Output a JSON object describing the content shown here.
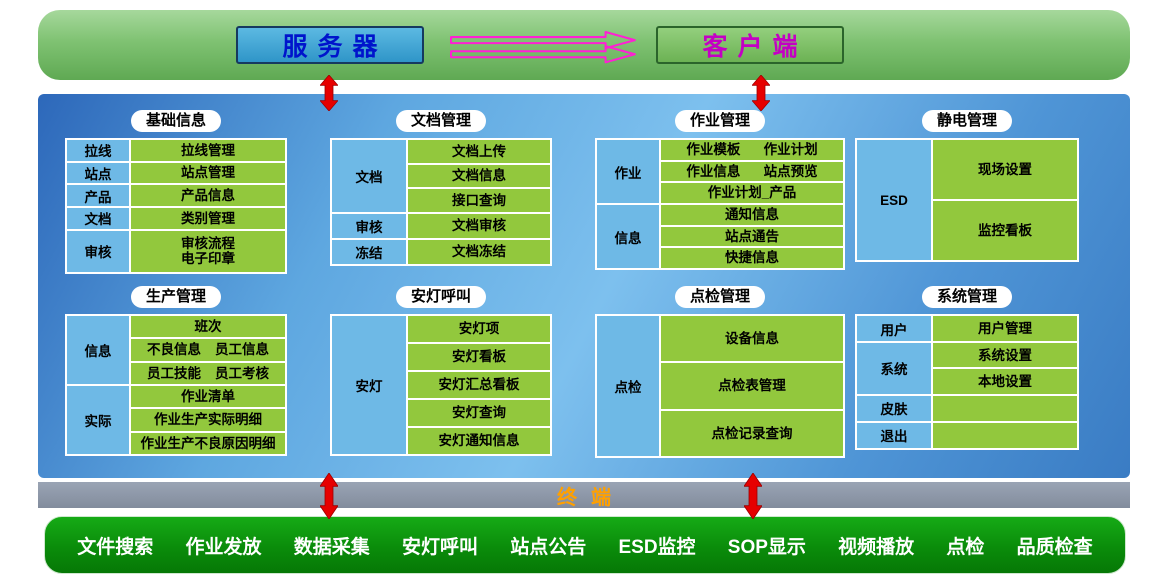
{
  "top": {
    "server_label": "服务器",
    "client_label": "客户端"
  },
  "terminal": {
    "label": "终端"
  },
  "colors": {
    "server_text": "#0014CC",
    "client_text": "#C400C4",
    "terminal_text": "#FFA000",
    "cell_blue": "#6EB9E6",
    "cell_green": "#92C83D",
    "connector_red": "#E60000",
    "flow_arrow_magenta": "#FF1FD4"
  },
  "panels": [
    {
      "key": "basic-info",
      "title": "基础信息",
      "groups": [
        {
          "label": "拉线",
          "cells": [
            [
              "拉线管理"
            ]
          ]
        },
        {
          "label": "站点",
          "cells": [
            [
              "站点管理"
            ]
          ]
        },
        {
          "label": "产品",
          "cells": [
            [
              "产品信息"
            ]
          ]
        },
        {
          "label": "文档",
          "cells": [
            [
              "类别管理"
            ]
          ]
        },
        {
          "label": "审核",
          "span": 2,
          "stack": true,
          "cells": [
            [
              "审核流程",
              "电子印章"
            ]
          ]
        }
      ]
    },
    {
      "key": "document-mgmt",
      "title": "文档管理",
      "groups": [
        {
          "label": "文档",
          "cells": [
            [
              "文档上传"
            ],
            [
              "文档信息"
            ],
            [
              "接口查询"
            ]
          ]
        },
        {
          "label": "审核",
          "cells": [
            [
              "文档审核"
            ]
          ]
        },
        {
          "label": "冻结",
          "cells": [
            [
              "文档冻结"
            ]
          ]
        }
      ]
    },
    {
      "key": "job-mgmt",
      "title": "作业管理",
      "groups": [
        {
          "label": "作业",
          "cells": [
            [
              "作业模板",
              "作业计划"
            ],
            [
              "作业信息",
              "站点预览"
            ],
            [
              "作业计划_产品"
            ]
          ]
        },
        {
          "label": "信息",
          "cells": [
            [
              "通知信息"
            ],
            [
              "站点通告"
            ],
            [
              "快捷信息"
            ]
          ]
        }
      ]
    },
    {
      "key": "esd-mgmt",
      "title": "静电管理",
      "groups": [
        {
          "label": "ESD",
          "cells": [
            [
              "现场设置"
            ],
            [
              "监控看板"
            ]
          ]
        }
      ]
    },
    {
      "key": "production-mgmt",
      "title": "生产管理",
      "groups": [
        {
          "label": "信息",
          "cells": [
            [
              "班次"
            ],
            [
              "不良信息",
              "员工信息"
            ],
            [
              "员工技能",
              "员工考核"
            ]
          ]
        },
        {
          "label": "实际",
          "cells": [
            [
              "作业清单"
            ],
            [
              "作业生产实际明细"
            ],
            [
              "作业生产不良原因明细"
            ]
          ]
        }
      ]
    },
    {
      "key": "andon-call",
      "title": "安灯呼叫",
      "groups": [
        {
          "label": "安灯",
          "cells": [
            [
              "安灯项"
            ],
            [
              "安灯看板"
            ],
            [
              "安灯汇总看板"
            ],
            [
              "安灯查询"
            ],
            [
              "安灯通知信息"
            ]
          ]
        }
      ]
    },
    {
      "key": "inspection-mgmt",
      "title": "点检管理",
      "groups": [
        {
          "label": "点检",
          "cells": [
            [
              "设备信息"
            ],
            [
              "点检表管理"
            ],
            [
              "点检记录查询"
            ]
          ]
        }
      ]
    },
    {
      "key": "system-mgmt",
      "title": "系统管理",
      "groups": [
        {
          "label": "用户",
          "cells": [
            [
              "用户管理"
            ]
          ]
        },
        {
          "label": "系统",
          "cells": [
            [
              "系统设置"
            ],
            [
              "本地设置"
            ]
          ]
        },
        {
          "label": "皮肤",
          "cells": [
            []
          ]
        },
        {
          "label": "退出",
          "cells": [
            []
          ]
        }
      ]
    }
  ],
  "bottom_items": [
    "文件搜索",
    "作业发放",
    "数据采集",
    "安灯呼叫",
    "站点公告",
    "ESD监控",
    "SOP显示",
    "视频播放",
    "点检",
    "品质检查"
  ]
}
